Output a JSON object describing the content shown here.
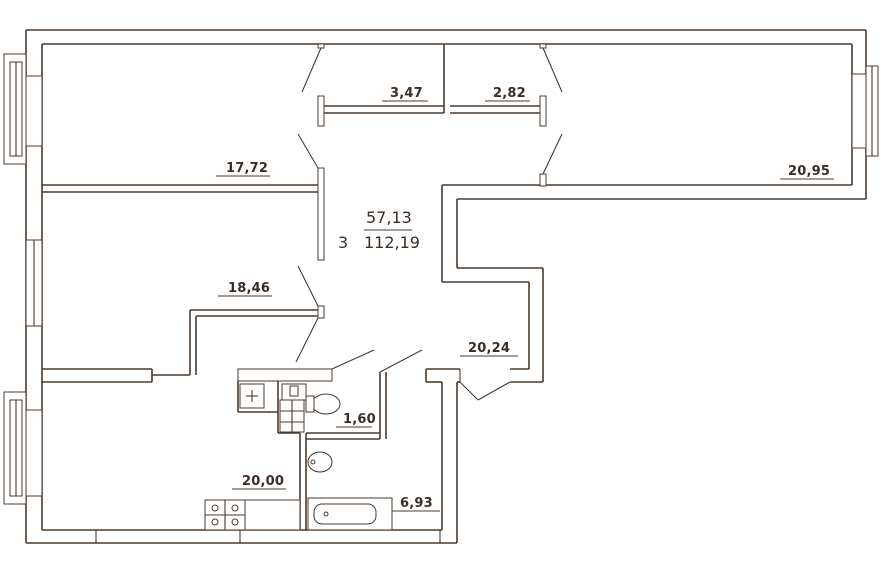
{
  "plan": {
    "apartment": {
      "rooms_count": "3",
      "living_area": "57,13",
      "total_area": "112,19"
    },
    "rooms": [
      {
        "id": "bedroom-top-left",
        "area": "17,72"
      },
      {
        "id": "closet-left",
        "area": "3,47"
      },
      {
        "id": "closet-right",
        "area": "2,82"
      },
      {
        "id": "bedroom-top-right",
        "area": "20,95"
      },
      {
        "id": "bedroom-middle-left",
        "area": "18,46"
      },
      {
        "id": "hallway",
        "area": "20,24"
      },
      {
        "id": "wc",
        "area": "1,60"
      },
      {
        "id": "kitchen",
        "area": "20,00"
      },
      {
        "id": "bathroom",
        "area": "6,93"
      }
    ],
    "colors": {
      "wall": "#4a3a2e",
      "text": "#3b2d24",
      "background": "#ffffff"
    }
  }
}
